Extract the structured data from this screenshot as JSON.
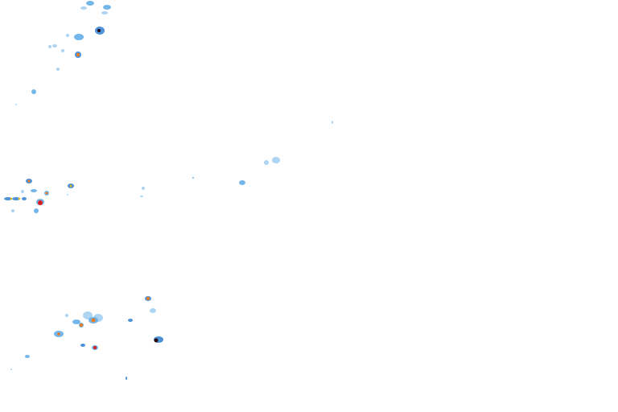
{
  "overlay": {
    "kind": "precipitation-radar-tile",
    "background": "#ffffff",
    "palette": {
      "very_light": "#cfe6f8",
      "light": "#9fcdf0",
      "moderate": "#5aa9e6",
      "medium": "#2f7fd0",
      "heavy": "#f2c200",
      "very_heavy": "#f07a1a",
      "intense": "#d81e1e",
      "extreme": "#2a0a0a"
    },
    "cell_levels": [
      "light",
      "moderate",
      "medium",
      "heavy",
      "very_heavy",
      "intense",
      "extreme"
    ]
  }
}
